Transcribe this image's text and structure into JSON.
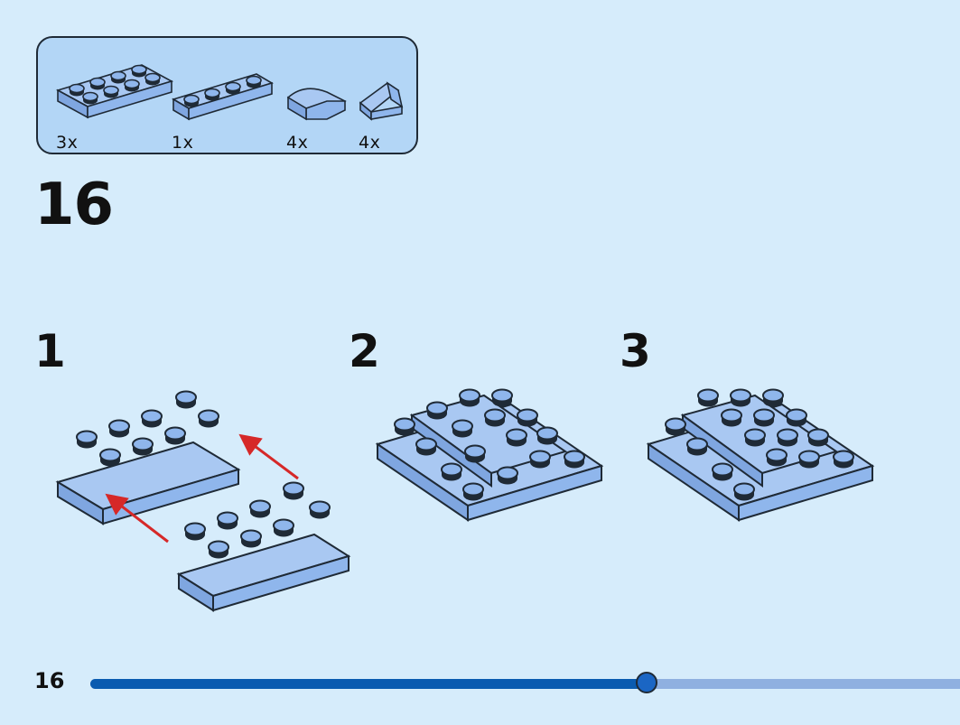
{
  "parts": [
    {
      "name": "plate-2x4",
      "quantity": "3x"
    },
    {
      "name": "plate-1x4",
      "quantity": "1x"
    },
    {
      "name": "curved-slope",
      "quantity": "4x"
    },
    {
      "name": "slope-brick",
      "quantity": "4x"
    }
  ],
  "step": {
    "number": "16"
  },
  "substeps": [
    {
      "number": "1"
    },
    {
      "number": "2"
    },
    {
      "number": "3"
    }
  ],
  "footer": {
    "page_number": "16"
  },
  "progress": {
    "fraction": 0.64
  },
  "colors": {
    "background": "#d6ecfb",
    "brick": "#8fb6ec",
    "outline": "#1f2a36",
    "arrow": "#d62828",
    "progress_fill": "#0a5bb0",
    "progress_track": "#8fb0e0"
  }
}
